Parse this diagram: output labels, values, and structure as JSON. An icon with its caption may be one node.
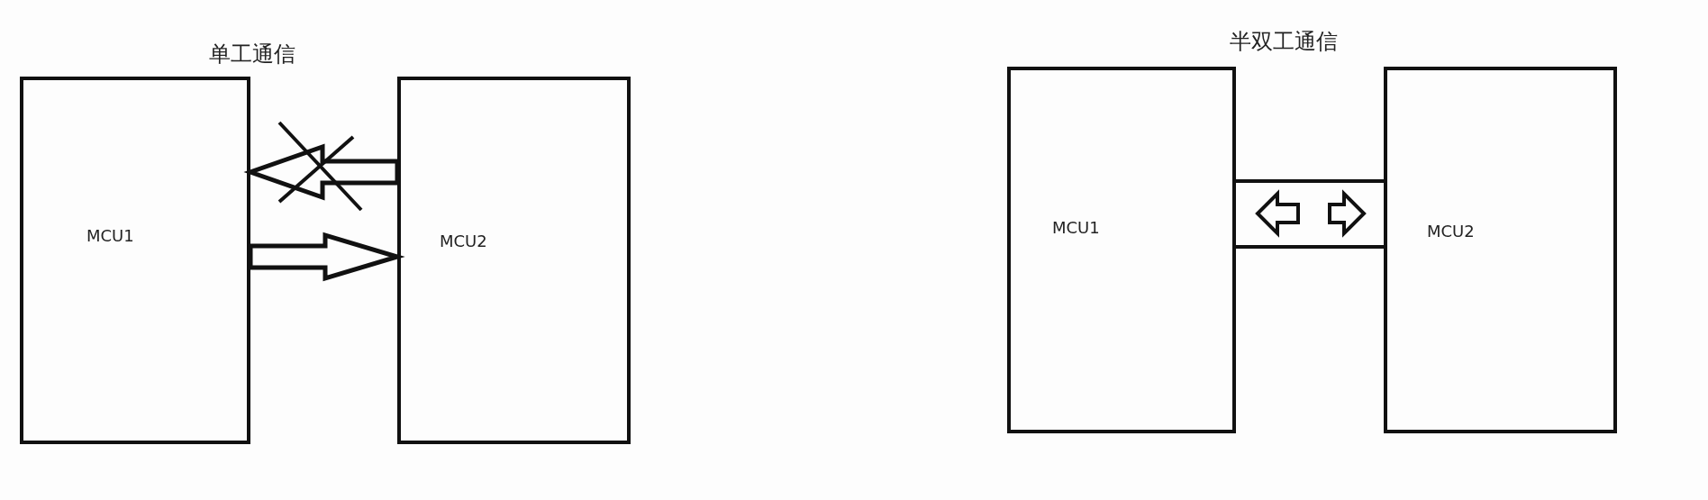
{
  "diagram": {
    "nodes": [
      {
        "text": [
          "MCU1"
        ]
      },
      {
        "text": [
          "MCU2"
        ]
      },
      {
        "text": [
          "MCU1"
        ]
      },
      {
        "text": [],
        "shape": "box"
      },
      {
        "text": [
          "MCU2"
        ]
      }
    ],
    "edges": [
      {
        "from": 1,
        "to": 0,
        "arrow": "to"
      },
      {
        "from": 0,
        "to": 1,
        "arrow": "to"
      },
      {
        "from": 3,
        "to": 2,
        "arrow": "to"
      },
      {
        "from": 3,
        "to": 4,
        "arrow": "to"
      }
    ],
    "labels": [
      "单工通信",
      "半双工通信"
    ]
  }
}
